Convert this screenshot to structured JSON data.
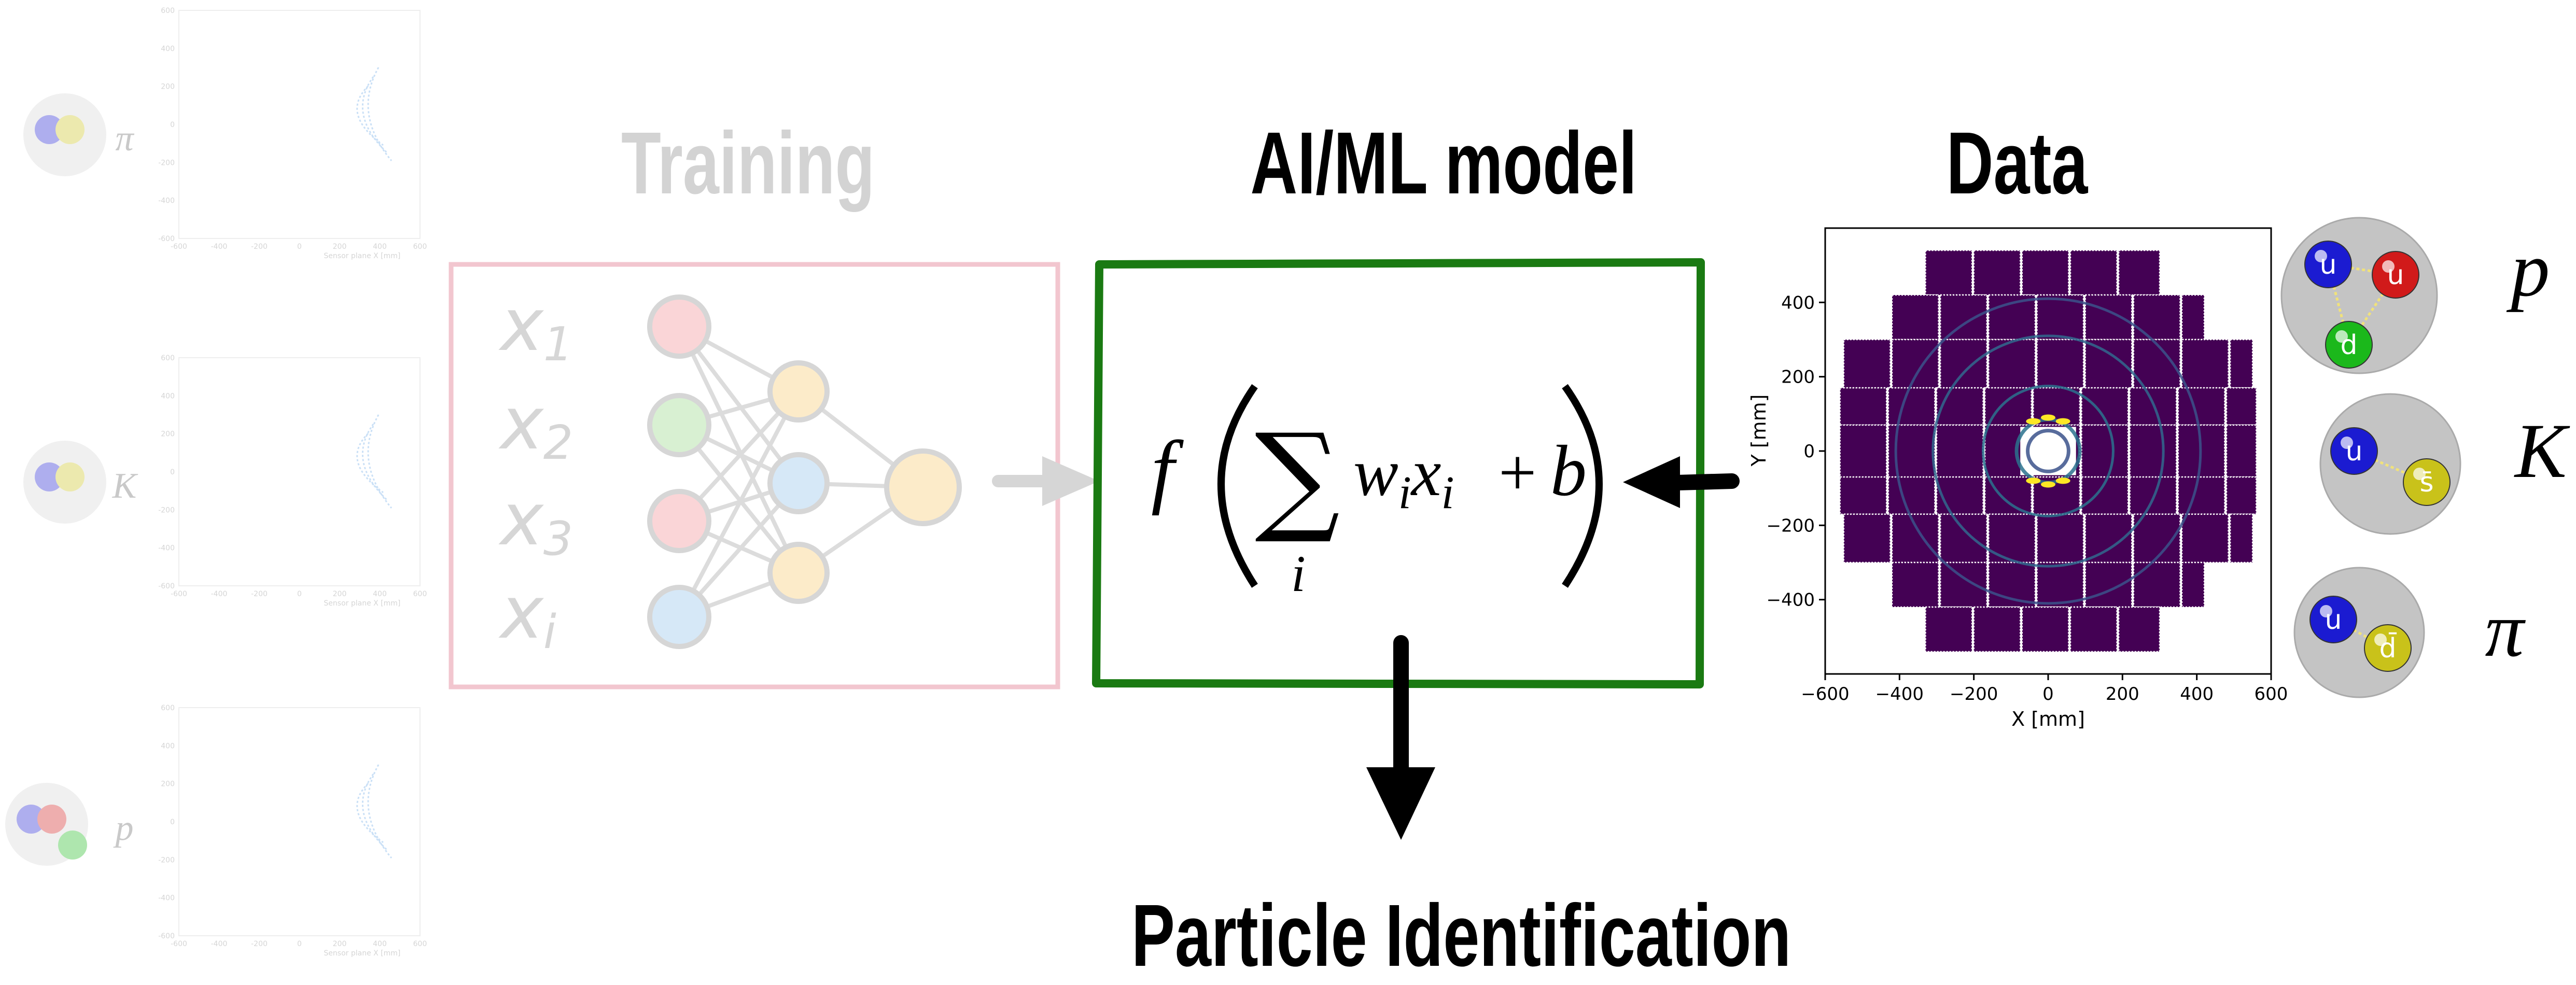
{
  "titles": {
    "training": "Training",
    "model": "AI/ML model",
    "data": "Data",
    "output": "Particle Identification"
  },
  "neural_net": {
    "inputs": [
      "x",
      "x",
      "x",
      "x"
    ],
    "input_subscripts": [
      "1",
      "2",
      "3",
      "i"
    ]
  },
  "formula": {
    "func": "f",
    "sum_symbol": "∑",
    "sum_index": "i",
    "w": "w",
    "w_sub": "i",
    "x": "x",
    "x_sub": "i",
    "plus": "+",
    "b": "b"
  },
  "particles": [
    {
      "label": "p",
      "quarks": [
        "u",
        "u",
        "d"
      ]
    },
    {
      "label": "K",
      "quarks": [
        "u",
        "s̄"
      ]
    },
    {
      "label": "π",
      "quarks": [
        "u",
        "d̄"
      ]
    }
  ],
  "colors": {
    "model_box": "#1a7a12",
    "training_box": "#f2c6cf",
    "title_faded": "#d3d3d3",
    "hit_map_bg": "#440154",
    "quark_red": "#d11a1a",
    "quark_blue": "#1b1bd1",
    "quark_green": "#1bb81b",
    "quark_yellow": "#c9c21a"
  },
  "chart_data": {
    "type": "heatmap",
    "xlabel": "X [mm]",
    "ylabel": "Y [mm]",
    "xlim": [
      -600,
      600
    ],
    "ylim": [
      -600,
      600
    ],
    "xticks": [
      -600,
      -400,
      -200,
      0,
      200,
      400,
      600
    ],
    "yticks": [
      400,
      200,
      0,
      -200,
      -400
    ],
    "ring_radii": [
      55,
      85,
      175,
      310,
      410
    ],
    "colormap": "viridis"
  },
  "side_charts": {
    "labels": [
      "π",
      "K",
      "p"
    ],
    "xticks": [
      -600,
      -400,
      -200,
      0,
      200,
      400,
      600
    ],
    "yticks": [
      600,
      400,
      200,
      0,
      -200,
      -400,
      -600
    ],
    "xlabel": "Sensor plane X [mm]"
  }
}
